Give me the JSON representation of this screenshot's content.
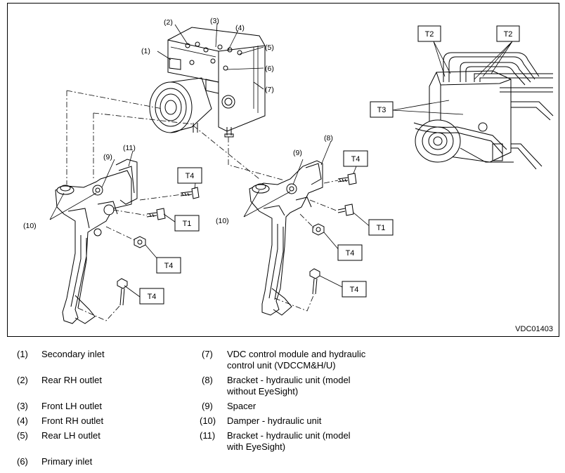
{
  "figure": {
    "figure_id": "VDC01403",
    "callouts": {
      "c1": "(1)",
      "c2": "(2)",
      "c3": "(3)",
      "c4": "(4)",
      "c5": "(5)",
      "c6": "(6)",
      "c7": "(7)",
      "c8": "(8)",
      "c9a": "(9)",
      "c9b": "(9)",
      "c10a": "(10)",
      "c10b": "(10)",
      "c11": "(11)"
    },
    "torque_labels": {
      "t2a": "T2",
      "t2b": "T2",
      "t3": "T3",
      "t4a": "T4",
      "t1a": "T1",
      "t4b": "T4",
      "t4c": "T4",
      "t4d": "T4",
      "t1b": "T1",
      "t4e": "T4",
      "t4f": "T4"
    }
  },
  "legend": [
    {
      "num": "(1)",
      "text": "Secondary inlet"
    },
    {
      "num": "(2)",
      "text": "Rear RH outlet"
    },
    {
      "num": "(3)",
      "text": "Front LH outlet"
    },
    {
      "num": "(4)",
      "text": "Front RH outlet"
    },
    {
      "num": "(5)",
      "text": "Rear LH outlet"
    },
    {
      "num": "(6)",
      "text": "Primary inlet"
    },
    {
      "num": "(7)",
      "text": "VDC control module and hydraulic",
      "text2": "control unit (VDCCM&H/U)"
    },
    {
      "num": "(8)",
      "text": "Bracket - hydraulic unit (model",
      "text2": "without EyeSight)"
    },
    {
      "num": "(9)",
      "text": "Spacer"
    },
    {
      "num": "(10)",
      "text": "Damper - hydraulic unit"
    },
    {
      "num": "(11)",
      "text": "Bracket - hydraulic unit (model",
      "text2": "with EyeSight)"
    }
  ]
}
